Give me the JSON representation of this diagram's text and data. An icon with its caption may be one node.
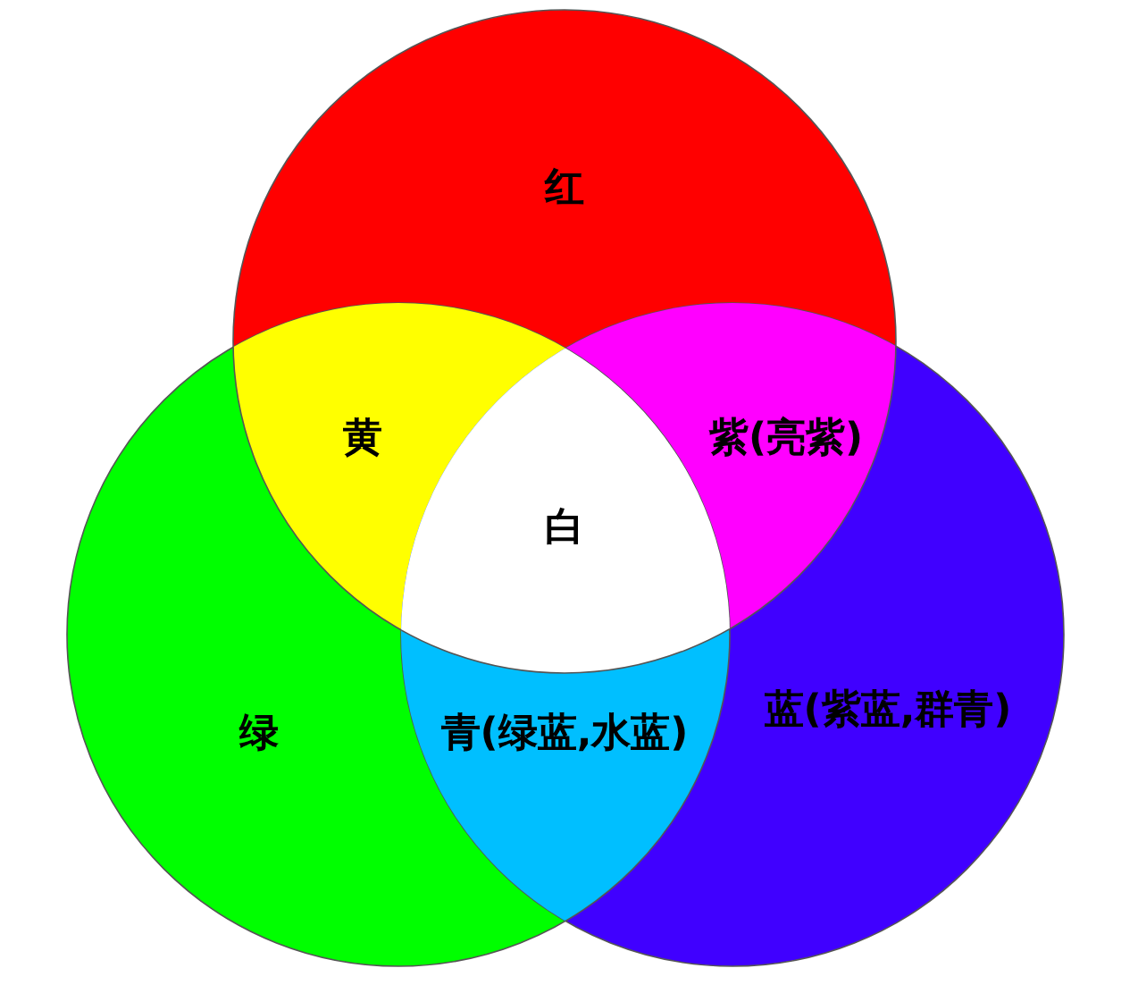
{
  "diagram": {
    "nodes": [
      {
        "text": [
          "红"
        ]
      },
      {
        "text": [
          "绿"
        ]
      },
      {
        "text": [
          "蓝(紫蓝,群青)"
        ]
      }
    ],
    "labels": [
      "黄",
      "紫(亮紫)",
      "白",
      "青(绿蓝,水蓝)"
    ]
  }
}
